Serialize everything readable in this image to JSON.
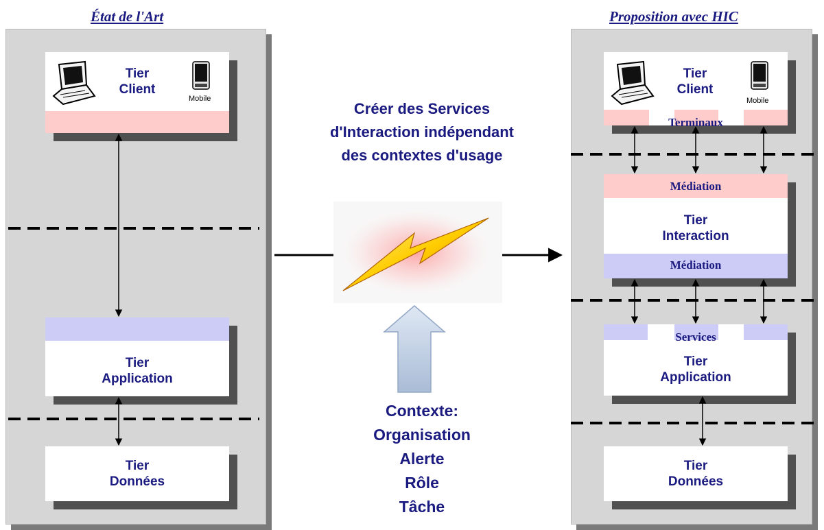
{
  "left": {
    "heading": "État de l'Art",
    "client": {
      "line1": "Tier",
      "line2": "Client",
      "mobile": "Mobile"
    },
    "application": {
      "line1": "Tier",
      "line2": "Application"
    },
    "data": {
      "line1": "Tier",
      "line2": "Données"
    }
  },
  "center": {
    "title_lines": [
      "Créer des Services",
      "d'Interaction indépendant",
      "des contextes d'usage"
    ],
    "context_lines": [
      "Contexte:",
      "Organisation",
      "Alerte",
      "Rôle",
      "Tâche"
    ]
  },
  "right": {
    "heading": "Proposition avec HIC",
    "client": {
      "line1": "Tier",
      "line2": "Client",
      "mobile": "Mobile",
      "band_label": "Terminaux"
    },
    "interaction": {
      "top_band": "Médiation",
      "line1": "Tier",
      "line2": "Interaction",
      "bottom_band": "Médiation"
    },
    "application": {
      "band_label": "Services",
      "line1": "Tier",
      "line2": "Application"
    },
    "data": {
      "line1": "Tier",
      "line2": "Données"
    }
  },
  "colors": {
    "text": "#1a1a80",
    "pink_band": "#ffcccc",
    "lavender_band": "#ccccf6",
    "panel": "#d6d6d6"
  }
}
